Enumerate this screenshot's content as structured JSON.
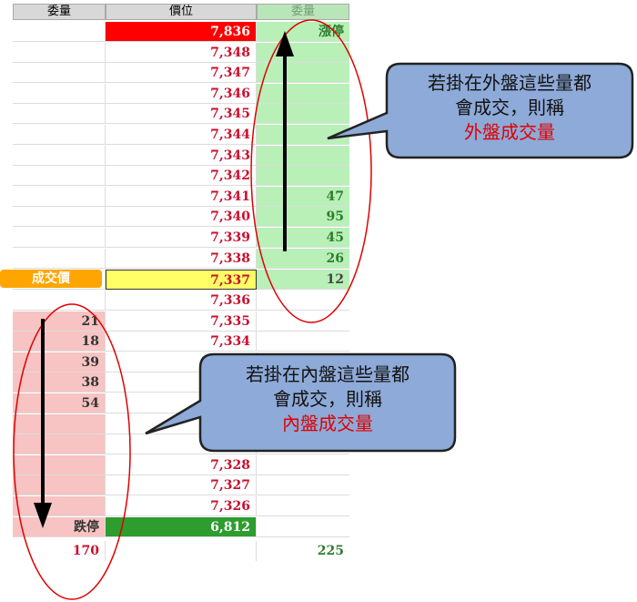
{
  "headers": {
    "left": "委量",
    "mid": "價位",
    "right": "委量"
  },
  "ask_rows": [
    {
      "price": "7,836",
      "right": "漲停"
    },
    {
      "price": "7,348",
      "right": ""
    },
    {
      "price": "7,347",
      "right": ""
    },
    {
      "price": "7,346",
      "right": ""
    },
    {
      "price": "7,345",
      "right": ""
    },
    {
      "price": "7,344",
      "right": ""
    },
    {
      "price": "7,343",
      "right": ""
    },
    {
      "price": "7,342",
      "right": ""
    },
    {
      "price": "7,341",
      "right": "47"
    },
    {
      "price": "7,340",
      "right": "95"
    },
    {
      "price": "7,339",
      "right": "45"
    },
    {
      "price": "7,338",
      "right": "26"
    }
  ],
  "trade_row": {
    "label": "成交價",
    "price": "7,337",
    "right": "12"
  },
  "bid_rows": [
    {
      "left": "",
      "price": "7,336"
    },
    {
      "left": "21",
      "price": "7,335"
    },
    {
      "left": "18",
      "price": "7,334"
    },
    {
      "left": "39",
      "price": ""
    },
    {
      "left": "38",
      "price": ""
    },
    {
      "left": "54",
      "price": ""
    },
    {
      "left": "",
      "price": ""
    },
    {
      "left": "",
      "price": ""
    },
    {
      "left": "",
      "price": "7,328"
    },
    {
      "left": "",
      "price": "7,327"
    },
    {
      "left": "",
      "price": "7,326"
    },
    {
      "left": "跌停",
      "price": "6,812"
    }
  ],
  "totals": {
    "left": "170",
    "right": "225"
  },
  "callout_outer": {
    "line1": "若掛在外盤這些量都",
    "line2": "會成交，則稱",
    "line3": "外盤成交量"
  },
  "callout_inner": {
    "line1": "若掛在內盤這些量都",
    "line2": "會成交，則稱",
    "line3": "內盤成交量"
  },
  "colors": {
    "limit_up": "#ff0000",
    "trade_price": "#ffff66",
    "ask_zone": "#b8f0b8",
    "bid_zone": "#f7c3c3",
    "limit_down": "#2e9c2e",
    "callout_fill": "#8eaad8",
    "ellipse": "#e00000",
    "highlight_text": "#e00000"
  }
}
